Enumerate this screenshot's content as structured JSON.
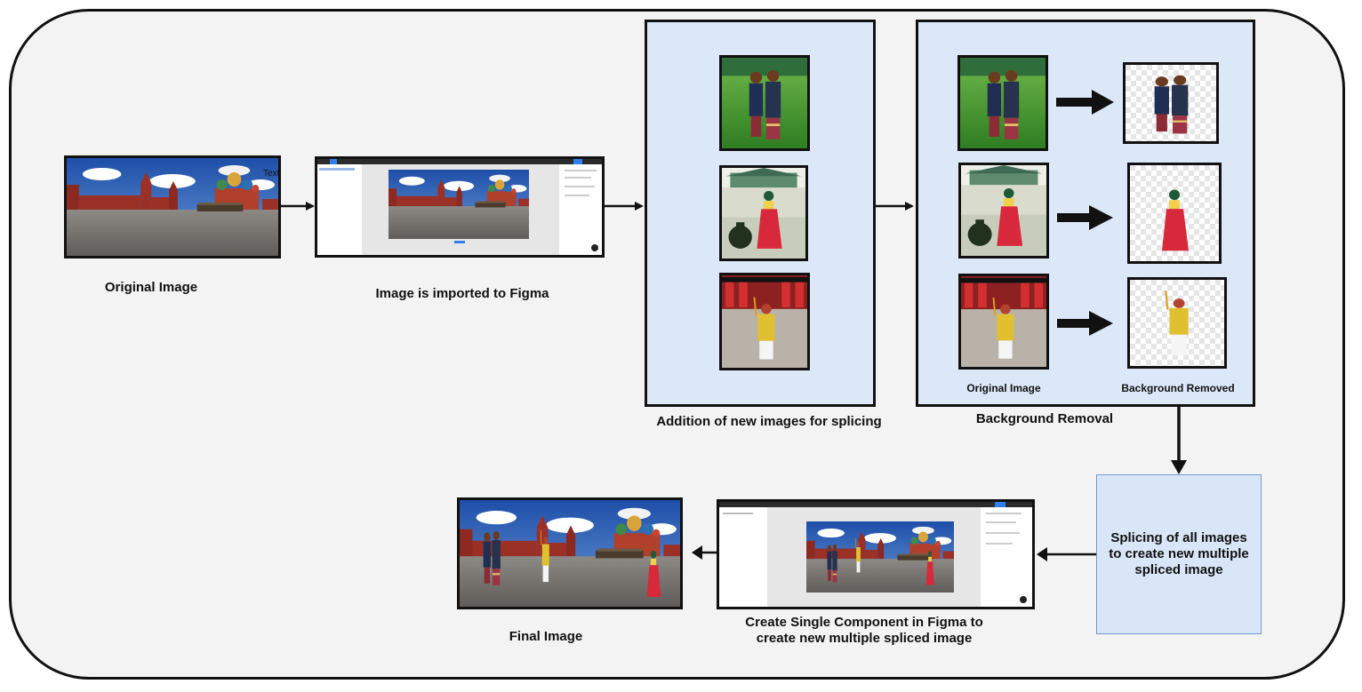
{
  "labels": {
    "original": "Original Image",
    "figma_import": "Image is imported to Figma",
    "addition": "Addition of new images for splicing",
    "bg_removal": "Background Removal",
    "bg_original": "Original Image",
    "bg_removed": "Background Removed",
    "splicing": "Splicing of all images to create new multiple spliced image",
    "component": "Create Single Component in Figma to create new multiple spliced image",
    "final": "Final Image",
    "stray_text": "Text"
  },
  "colors": {
    "panel_fill": "#dce8f8",
    "box_fill": "#d8e6f7",
    "box_border": "#6f9bd1",
    "outline": "#111111"
  },
  "icons": {
    "flow_arrow": "arrow-right-icon",
    "bold_arrow": "thick-arrow-right-icon"
  }
}
